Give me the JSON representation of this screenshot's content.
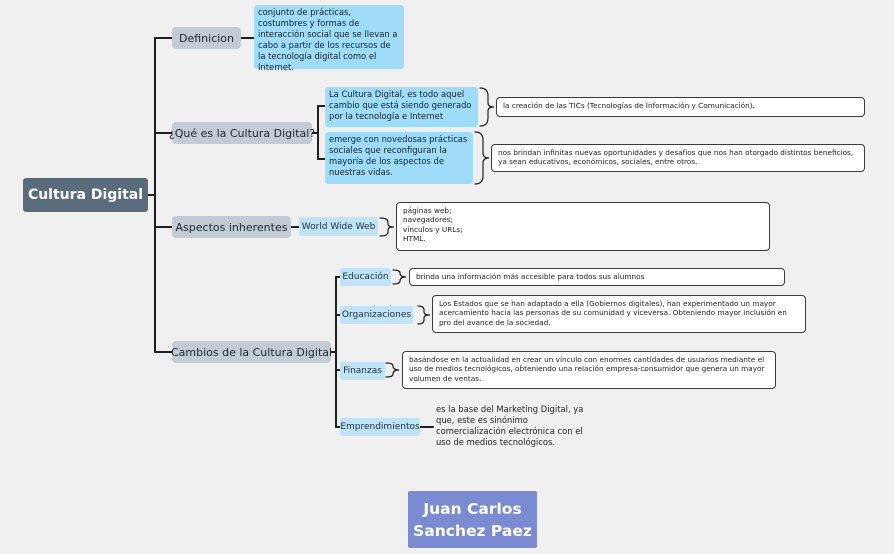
{
  "root": {
    "label": "Cultura Digital"
  },
  "definicion": {
    "label": "Definicion",
    "text": "conjunto de prácticas, costumbres y formas de interacción social que se llevan a cabo a partir de los recursos de la tecnología digital como el Internet."
  },
  "que_es": {
    "label": "¿Qué es la Cultura Digital?",
    "item1": "La Cultura Digital, es todo aquel cambio que está siendo generado por la tecnología e Internet",
    "item1_detail": "la creación de las TICs (Tecnologías de Información y Comunicación).",
    "item2": "emerge con novedosas prácticas sociales que reconfiguran la mayoría de los aspectos de nuestras vidas.",
    "item2_detail": "nos brindan infinitas nuevas oportunidades y desafíos que nos han otorgado distintos beneficios, ya sean educativos, económicos, sociales, entre otros."
  },
  "aspectos": {
    "label": "Aspectos inherentes",
    "sub": "World Wide Web",
    "items": [
      "páginas web;",
      "navegadores;",
      "vínculos y URLs;",
      "HTML."
    ]
  },
  "cambios": {
    "label": "Cambios de la Cultura Digital",
    "educacion": {
      "label": "Educación",
      "detail": "brinda una información más accesible para todos sus alumnos"
    },
    "organizaciones": {
      "label": "Organizaciones",
      "detail": "Los Estados que se han adaptado a ella (Gobiernos digitales), han experimentado un mayor acercamiento hacia las personas de su comunidad y viceversa. Obteniendo mayor inclusión en pro del avance de la sociedad."
    },
    "finanzas": {
      "label": "Finanzas",
      "detail": "basándose en la actualidad en crear un vínculo con enormes cantidades de usuarios mediante el uso de medios tecnológicos, obteniendo una relación empresa-consumidor que genera un mayor volumen de ventas."
    },
    "emprendimientos": {
      "label": "Emprendimientos",
      "detail": "es la base del Marketing Digital, ya que, este es sinónimo comercialización electrónica con el uso de medios tecnológicos."
    }
  },
  "author": {
    "line1": "Juan Carlos",
    "line2": "Sanchez Paez"
  },
  "colors": {
    "root": "#5a6b7b",
    "branch": "#c3ccd4",
    "sub": "#bfe3f7",
    "definition": "#9fdcf9",
    "author": "#7b8bd2",
    "line": "#1f1f1f"
  }
}
